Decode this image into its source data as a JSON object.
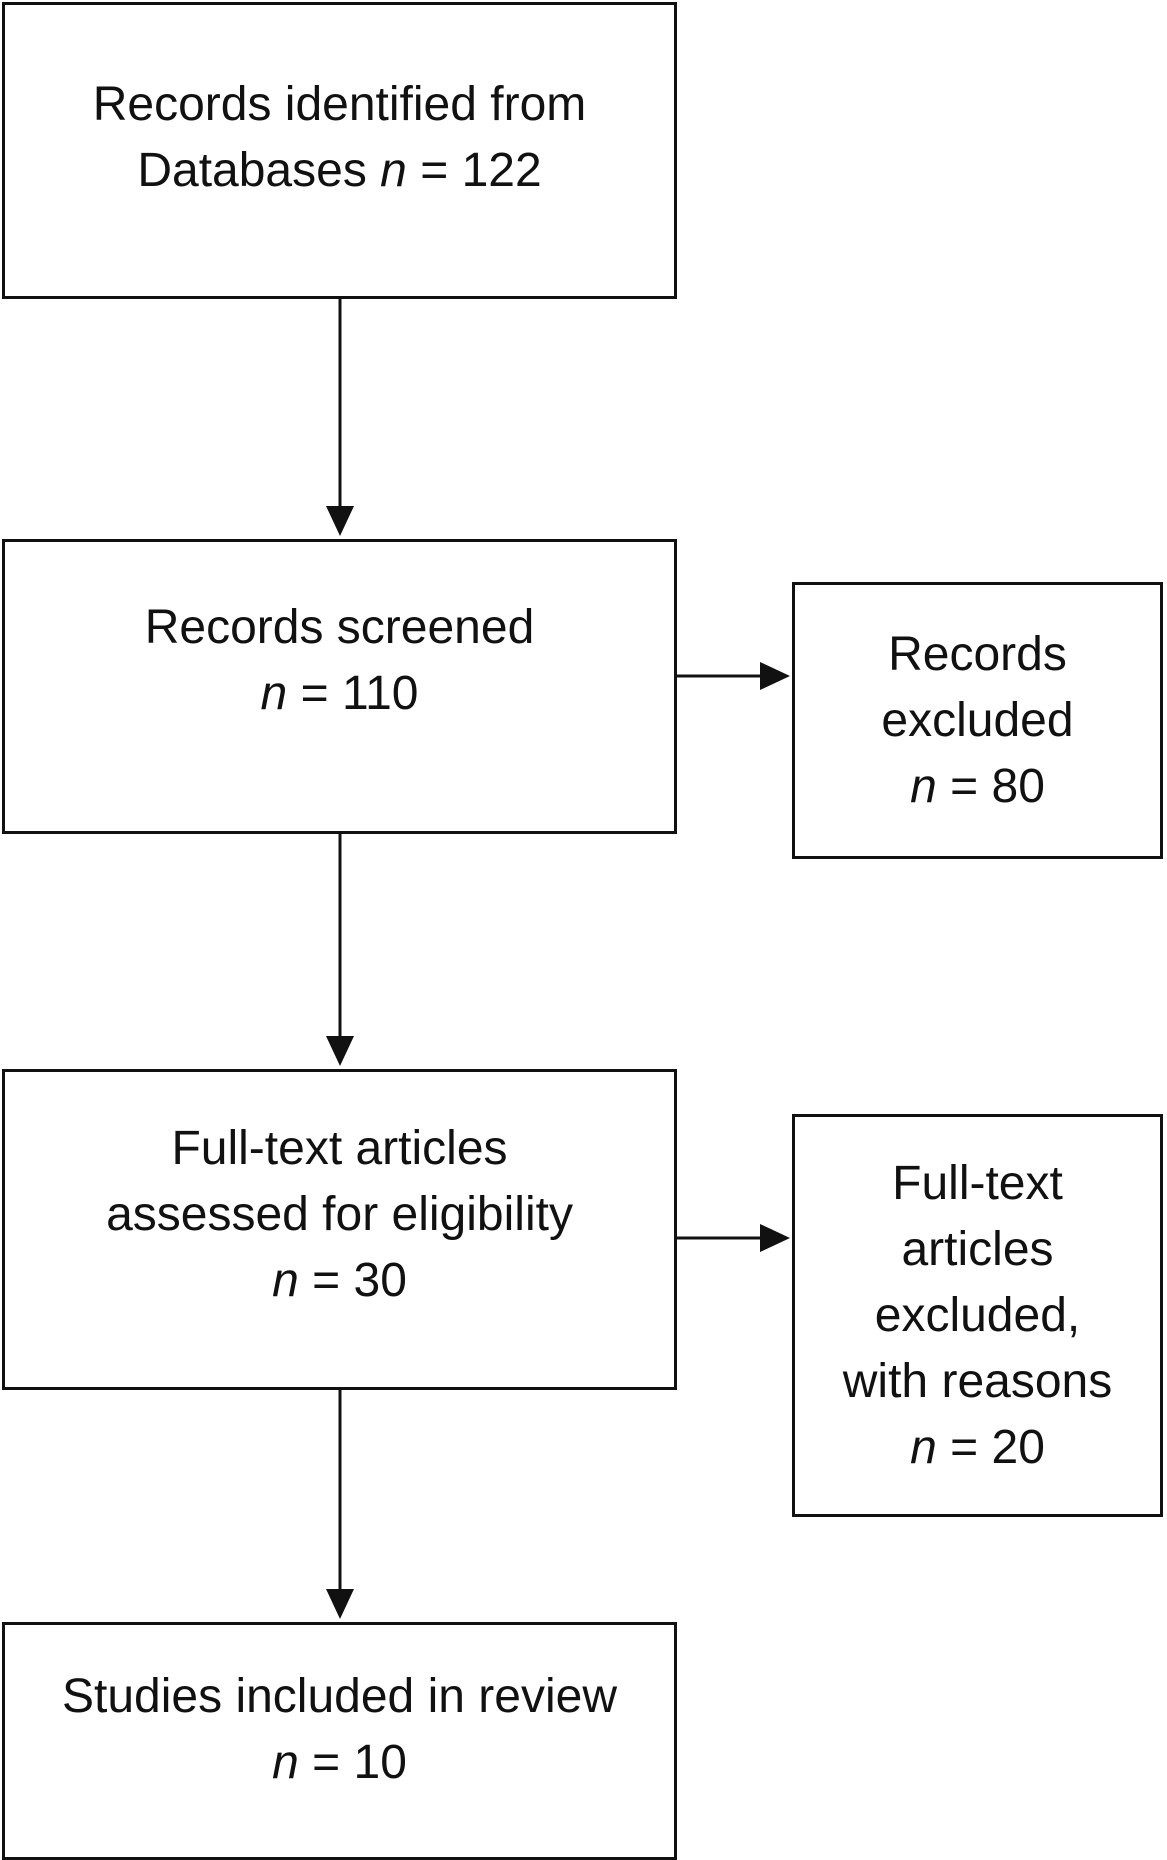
{
  "boxes": {
    "identified": {
      "lines": [
        "Records identified from"
      ],
      "prefix": "Databases ",
      "n_var": "n",
      "n_rest": " = 122"
    },
    "screened": {
      "lines": [
        "Records screened"
      ],
      "n_var": "n",
      "n_rest": " = 110"
    },
    "excluded": {
      "lines": [
        "Records",
        "excluded"
      ],
      "n_var": "n",
      "n_rest": " = 80"
    },
    "fulltext": {
      "lines": [
        "Full-text articles",
        "assessed for eligibility"
      ],
      "n_var": "n",
      "n_rest": " = 30"
    },
    "fulltext_excluded": {
      "lines": [
        "Full-text",
        "articles",
        "excluded,",
        "with reasons"
      ],
      "n_var": "n",
      "n_rest": " = 20"
    },
    "included": {
      "lines": [
        "Studies included in review"
      ],
      "n_var": "n",
      "n_rest": " = 10"
    }
  },
  "colors": {
    "stroke": "#111111",
    "background": "#ffffff"
  }
}
